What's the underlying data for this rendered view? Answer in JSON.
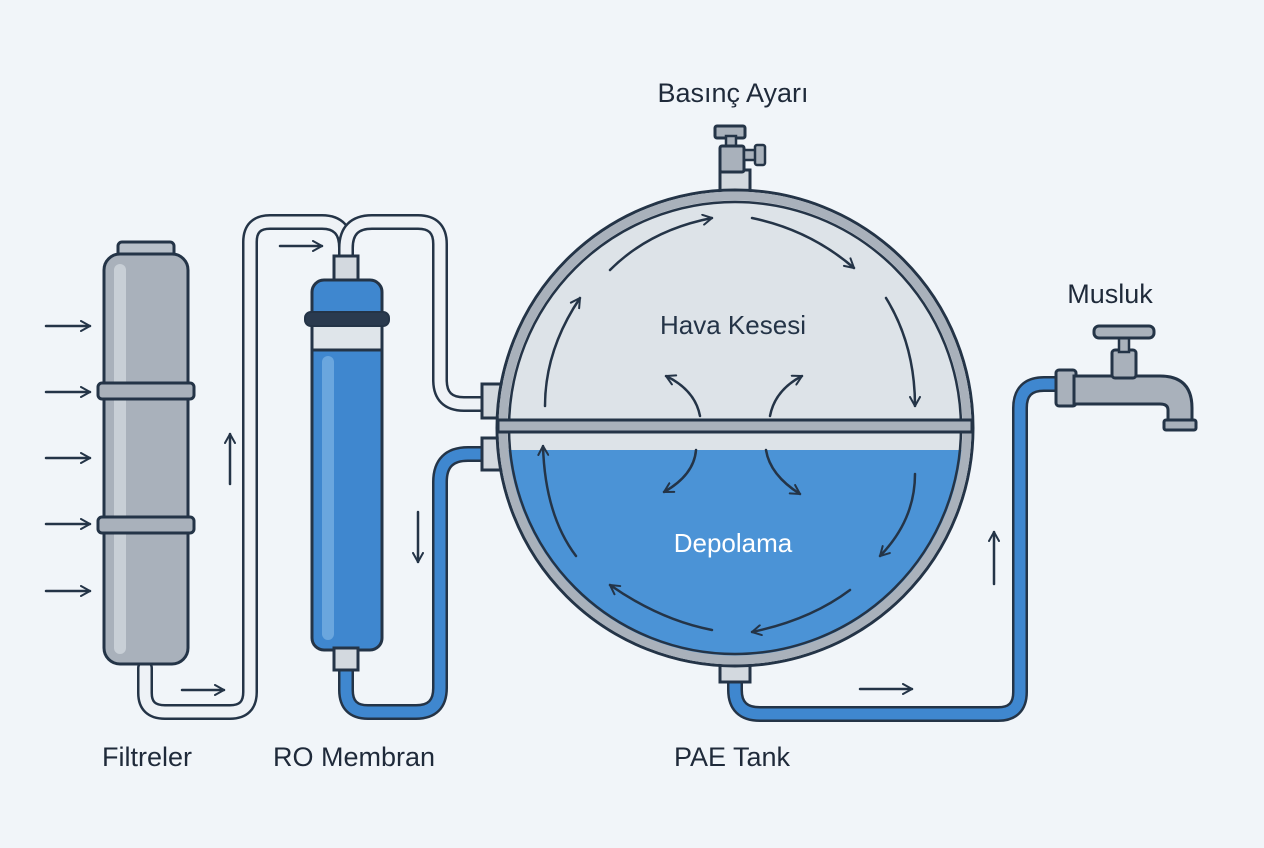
{
  "labels": {
    "filters": "Filtreler",
    "ro_membrane": "RO Membran",
    "tank": "PAE Tank",
    "pressure": "Basınç Ayarı",
    "faucet": "Musluk",
    "air_bag": "Hava Kesesi",
    "storage": "Depolama"
  },
  "colors": {
    "background": "#f1f5f9",
    "outline": "#243447",
    "steel": "#a9b1bb",
    "blue": "#3f87cf",
    "air": "#dde3e8",
    "water": "#4b93d6",
    "pipe_clean": "#eef2f6"
  },
  "icons": [
    "filter-cartridge-icon",
    "ro-membrane-icon",
    "pressure-valve-icon",
    "faucet-icon"
  ]
}
